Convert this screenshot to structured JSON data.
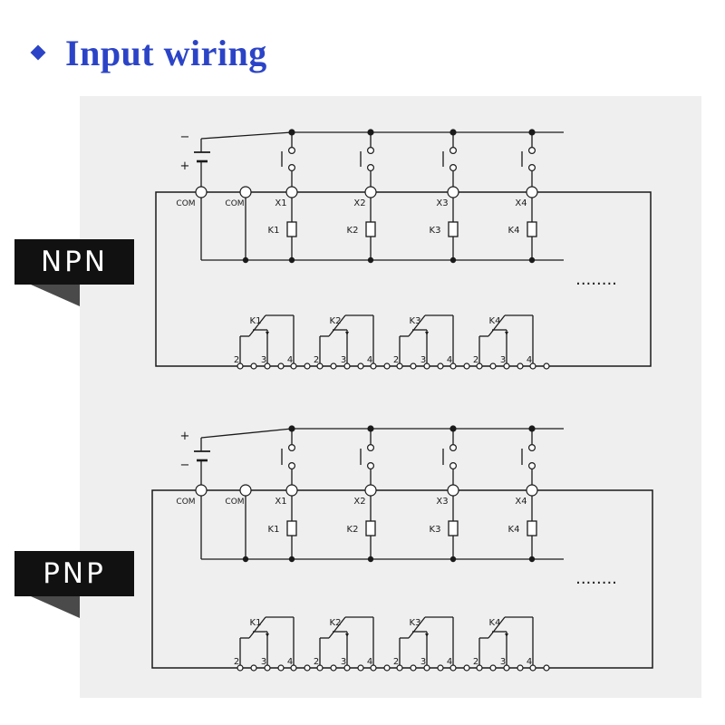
{
  "heading": {
    "text": "Input wiring",
    "bullet_icon": "diamond-icon",
    "color": "#2b44c7"
  },
  "sections": [
    {
      "key": "npn",
      "tag": "NPN",
      "supply": {
        "top_sign": "−",
        "bottom_sign": "+"
      },
      "com_labels": [
        "COM",
        "COM"
      ],
      "input_labels": [
        "X1",
        "X2",
        "X3",
        "X4"
      ],
      "coil_labels": [
        "K1",
        "K2",
        "K3",
        "K4"
      ],
      "continuation": "........",
      "relays": [
        {
          "label": "K1",
          "pins": [
            "2",
            "3",
            "4"
          ]
        },
        {
          "label": "K2",
          "pins": [
            "2",
            "3",
            "4"
          ]
        },
        {
          "label": "K3",
          "pins": [
            "2",
            "3",
            "4"
          ]
        },
        {
          "label": "K4",
          "pins": [
            "2",
            "3",
            "4"
          ]
        }
      ]
    },
    {
      "key": "pnp",
      "tag": "PNP",
      "supply": {
        "top_sign": "+",
        "bottom_sign": "−"
      },
      "com_labels": [
        "COM",
        "COM"
      ],
      "input_labels": [
        "X1",
        "X2",
        "X3",
        "X4"
      ],
      "coil_labels": [
        "K1",
        "K2",
        "K3",
        "K4"
      ],
      "continuation": "........",
      "relays": [
        {
          "label": "K1",
          "pins": [
            "2",
            "3",
            "4"
          ]
        },
        {
          "label": "K2",
          "pins": [
            "2",
            "3",
            "4"
          ]
        },
        {
          "label": "K3",
          "pins": [
            "2",
            "3",
            "4"
          ]
        },
        {
          "label": "K4",
          "pins": [
            "2",
            "3",
            "4"
          ]
        }
      ]
    }
  ]
}
